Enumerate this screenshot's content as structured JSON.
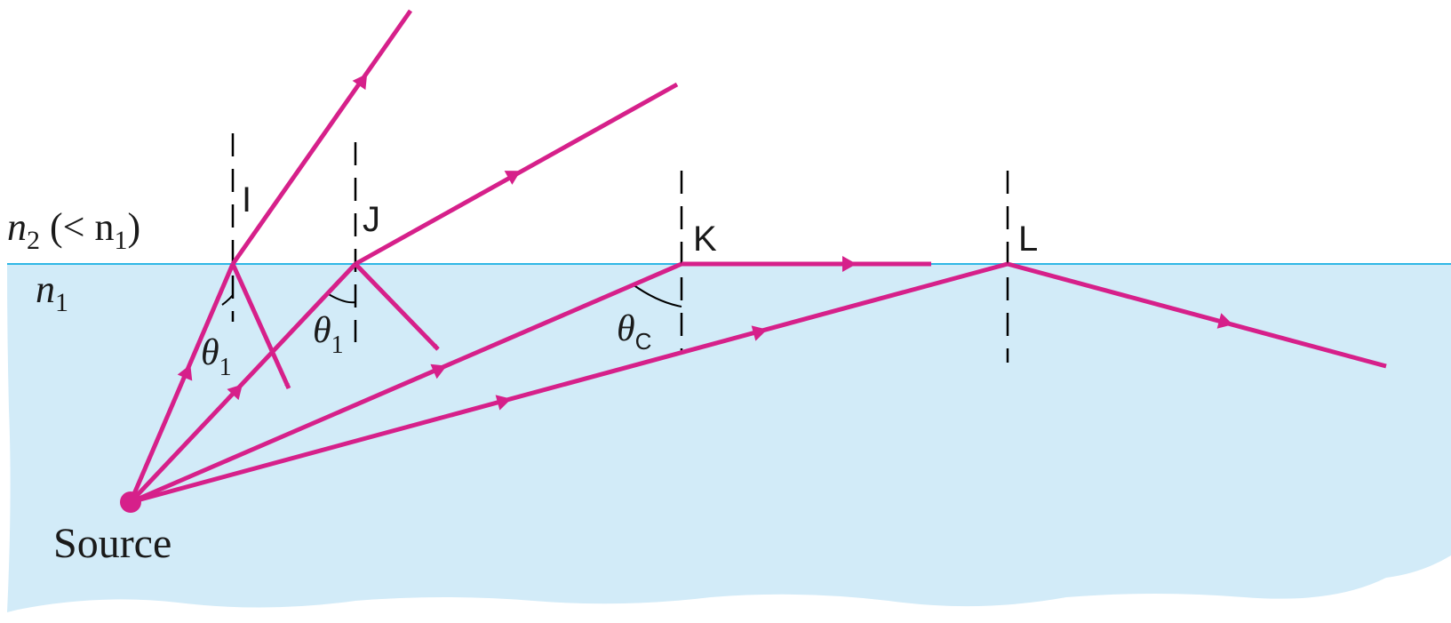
{
  "colors": {
    "water": "#d2ebf8",
    "surface_line": "#2fb7e6",
    "ray": "#d6208a",
    "text": "#1a1a1a"
  },
  "labels": {
    "n2_main": "n",
    "n2_sub": "2",
    "n2_rest": " (< n",
    "n2_sub2": "1",
    "n2_close": ")",
    "n1_main": "n",
    "n1_sub": "1",
    "points": {
      "I": "I",
      "J": "J",
      "K": "K",
      "L": "L"
    },
    "theta": "θ",
    "theta_sub_1": "1",
    "theta_sub_c": "C",
    "source": "Source"
  }
}
